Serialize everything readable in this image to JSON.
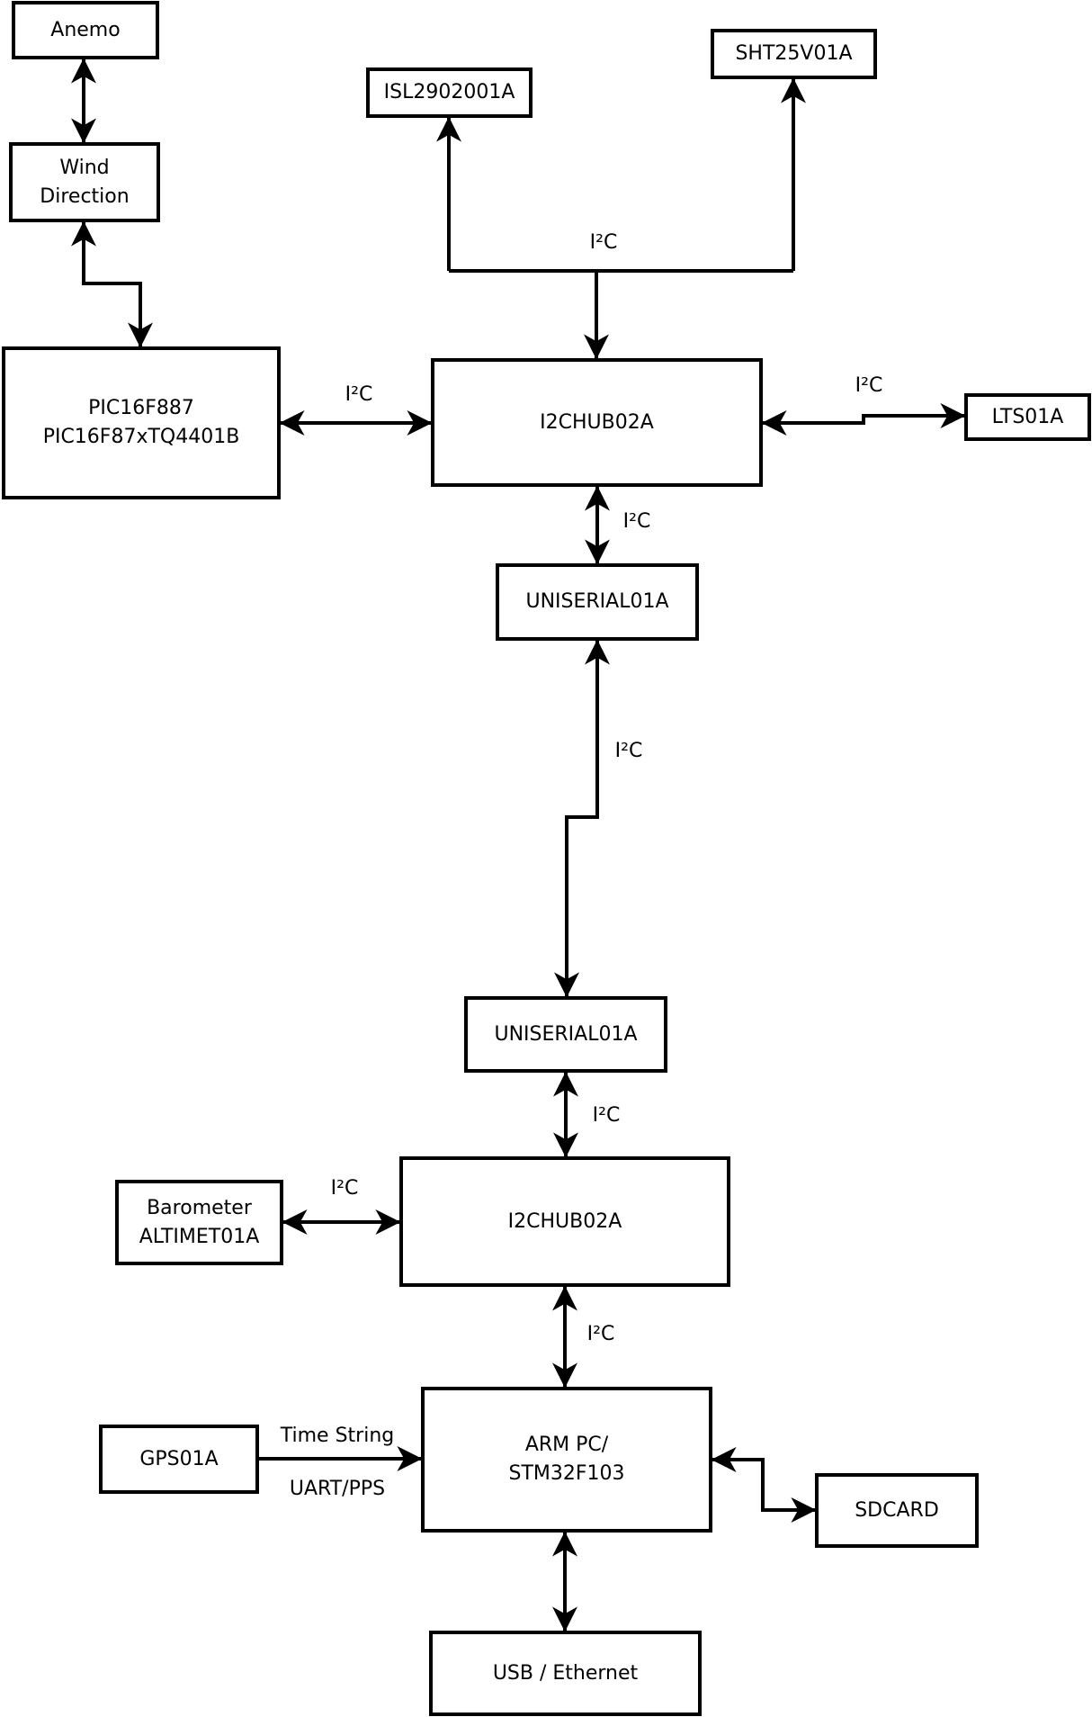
{
  "diagram": {
    "background_color": "#ffffff",
    "line_color": "#000000",
    "nodes": {
      "anemo": {
        "label": "Anemo"
      },
      "wind": {
        "label": "Wind\nDirection"
      },
      "pic": {
        "label": "PIC16F887\nPIC16F87xTQ4401B"
      },
      "isl": {
        "label": "ISL2902001A"
      },
      "sht": {
        "label": "SHT25V01A"
      },
      "hub1": {
        "label": "I2CHUB02A"
      },
      "lts": {
        "label": "LTS01A"
      },
      "uniserial1": {
        "label": "UNISERIAL01A"
      },
      "uniserial2": {
        "label": "UNISERIAL01A"
      },
      "hub2": {
        "label": "I2CHUB02A"
      },
      "barometer": {
        "label": "Barometer\nALTIMET01A"
      },
      "armpc": {
        "label": "ARM PC/\nSTM32F103"
      },
      "gps": {
        "label": "GPS01A"
      },
      "sdcard": {
        "label": "SDCARD"
      },
      "usb": {
        "label": "USB / Ethernet"
      }
    },
    "edge_labels": {
      "sensor_bus": "I²C",
      "pic_hub1": "I²C",
      "hub1_lts": "I²C",
      "hub1_uniserial1": "I²C",
      "uniserial1_uniserial2": "I²C",
      "uniserial2_hub2": "I²C",
      "barometer_hub2": "I²C",
      "hub2_armpc": "I²C",
      "gps_armpc_top": "Time String",
      "gps_armpc_bottom": "UART/PPS"
    }
  }
}
